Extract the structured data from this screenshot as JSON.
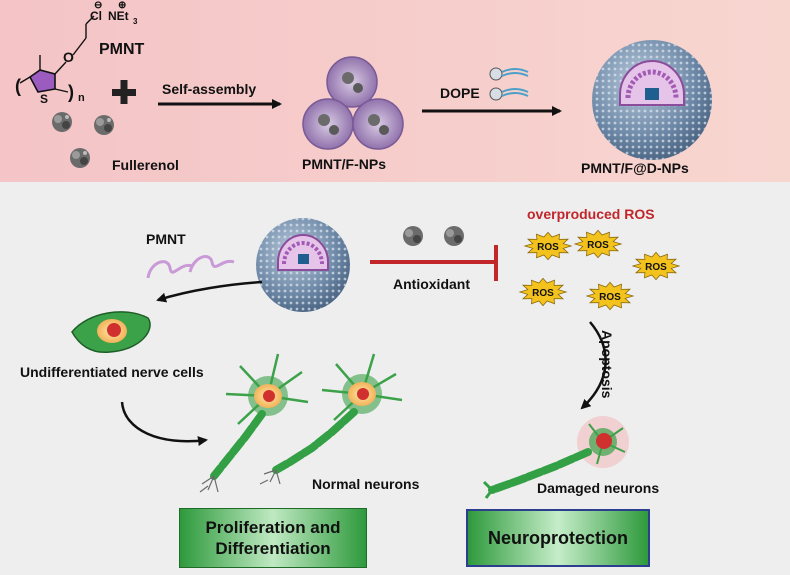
{
  "top_panel": {
    "polymer_label": "PMNT",
    "counter_ion_cl": "Cl",
    "minus_sign": "⊖",
    "amine_label": "NEt",
    "amine_subscript": "3",
    "plus_sign": "⊕",
    "sulfur_label": "S",
    "repeat_n": "n",
    "fullerenol_label": "Fullerenol",
    "self_assembly_label": "Self-assembly",
    "pmnt_f_nps_label": "PMNT/F-NPs",
    "dope_label": "DOPE",
    "pmnt_fd_nps_label": "PMNT/F@D-NPs"
  },
  "bottom_panel": {
    "overproduced_ros_label": "overproduced ROS",
    "ros_label": "ROS",
    "pmnt_label": "PMNT",
    "antioxidant_label": "Antioxidant",
    "undifferentiated_label": "Undifferentiated nerve cells",
    "apoptosis_label": "Apoptosis",
    "normal_neurons_label": "Normal neurons",
    "damaged_neurons_label": "Damaged neurons",
    "proliferation_box": "Proliferation and Differentiation",
    "neuroprotection_box": "Neuroprotection"
  },
  "colors": {
    "top_bg_left": "#f6c9c9",
    "top_bg_right": "#f9d9d2",
    "bottom_bg": "#eeeeee",
    "ros_star": "#f4c21c",
    "inhibit_red": "#c0262a",
    "ros_text_red": "#c0262a",
    "neuron_green": "#2e9a3c",
    "nanoparticle_blue": "#4b6f97",
    "thiophene_purple": "#9b5bbf"
  }
}
